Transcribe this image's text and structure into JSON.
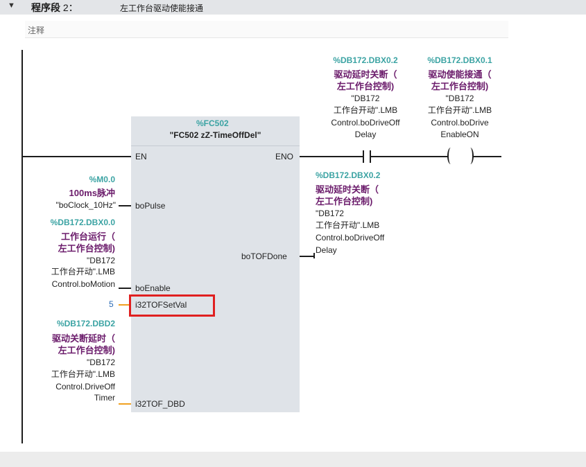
{
  "network": {
    "collapse_arrow": "▼",
    "label": "程序段",
    "number": "2：",
    "description": "左工作台驱动使能接通",
    "comment_placeholder": "注释"
  },
  "block": {
    "name": "%FC502",
    "title": "\"FC502 zZ-TimeOffDel\"",
    "pins": {
      "en": "EN",
      "eno": "ENO",
      "boPulse": "boPulse",
      "boEnable": "boEnable",
      "i32TOFSetVal": "i32TOFSetVal",
      "i32TOF_DBD": "i32TOF_DBD",
      "boTOFDone": "boTOFDone"
    }
  },
  "inputs": {
    "pulse": {
      "address": "%M0.0",
      "comment": "100ms脉冲",
      "symbol": "\"boClock_10Hz\""
    },
    "enable": {
      "address": "%DB172.DBX0.0",
      "comment1": "工作台运行（",
      "comment2": "左工作台控制)",
      "sym1": "\"DB172",
      "sym2": "工作台开动\".LMB",
      "sym3": "Control.boMotion"
    },
    "setval": {
      "constant": "5"
    },
    "dbd": {
      "address": "%DB172.DBD2",
      "comment1": "驱动关断延时（",
      "comment2": "左工作台控制)",
      "sym1": "\"DB172",
      "sym2": "工作台开动\".LMB",
      "sym3": "Control.DriveOff",
      "sym4": "Timer"
    }
  },
  "outputs": {
    "done": {
      "address": "%DB172.DBX0.2",
      "comment1": "驱动延时关断（",
      "comment2": "左工作台控制)",
      "sym1": "\"DB172",
      "sym2": "工作台开动\".LMB",
      "sym3": "Control.boDriveOff",
      "sym4": "Delay"
    }
  },
  "contact": {
    "address": "%DB172.DBX0.2",
    "comment1": "驱动延时关断（",
    "comment2": "左工作台控制)",
    "sym1": "\"DB172",
    "sym2": "工作台开动\".LMB",
    "sym3": "Control.boDriveOff",
    "sym4": "Delay"
  },
  "coil": {
    "address": "%DB172.DBX0.1",
    "comment1": "驱动使能接通（",
    "comment2": "左工作台控制)",
    "sym1": "\"DB172",
    "sym2": "工作台开动\".LMB",
    "sym3": "Control.boDrive",
    "sym4": "EnableON"
  }
}
